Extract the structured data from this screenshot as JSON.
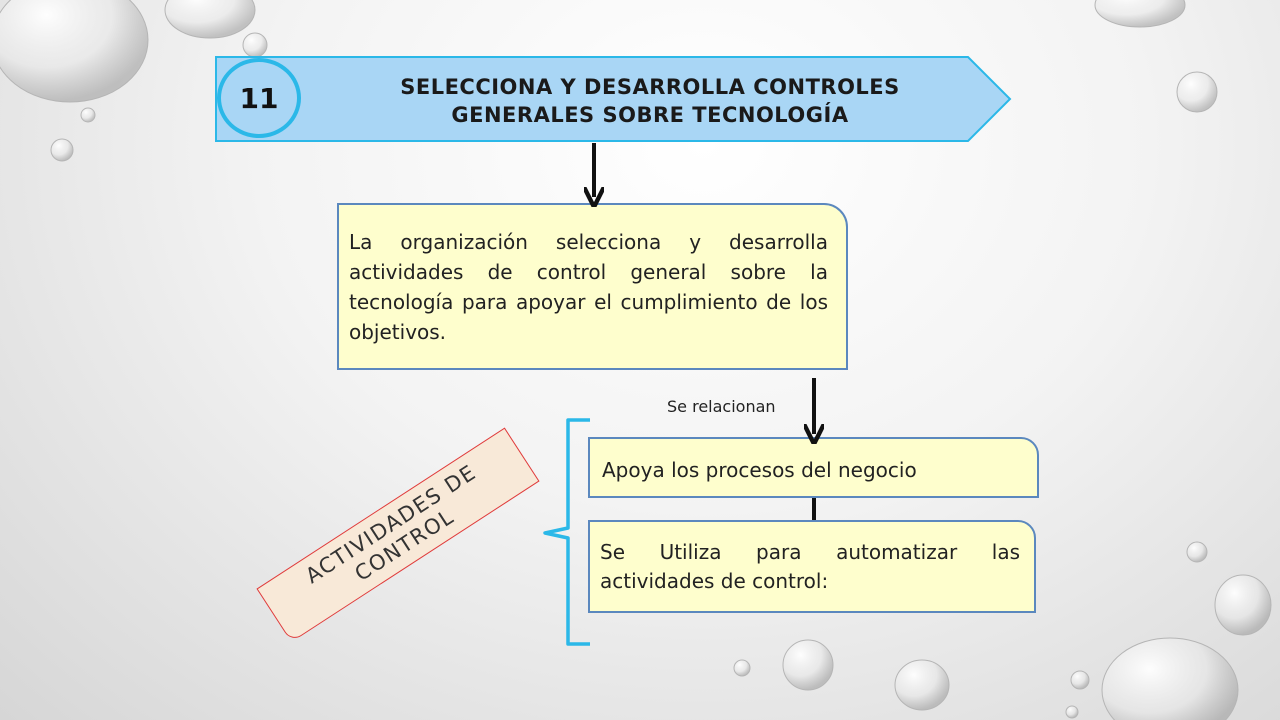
{
  "header": {
    "number": "11",
    "title_line1": "SELECCIONA Y DESARROLLA CONTROLES",
    "title_line2": "GENERALES SOBRE TECNOLOGÍA"
  },
  "main_box": {
    "text": "La  organización selecciona y desarrolla actividades de control general sobre la tecnología para apoyar el cumplimiento de los objetivos."
  },
  "relation_label": "Se relacionan",
  "items": [
    {
      "text": "Apoya los procesos del negocio"
    },
    {
      "text": "Se Utiliza para automatizar las actividades de control:"
    }
  ],
  "category": {
    "line1": "ACTIVIDADES DE",
    "line2": "CONTROL"
  },
  "colors": {
    "banner_fill": "#a9d6f5",
    "banner_border": "#2bb8e8",
    "box_fill": "#fefecd",
    "box_border": "#5b88be",
    "bracket": "#2bb8e8",
    "category_border": "#e03b3b",
    "category_fill": "#f8e9d8"
  }
}
